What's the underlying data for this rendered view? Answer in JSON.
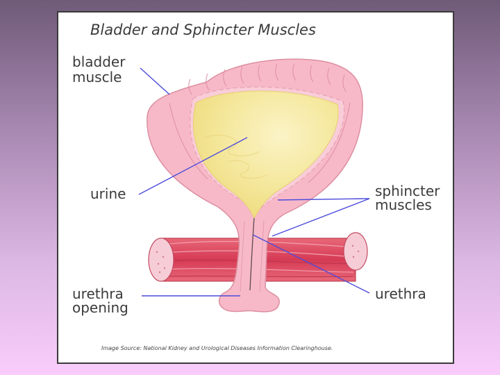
{
  "title": "Bladder and Sphincter Muscles",
  "labels": {
    "bladder_muscle_1": "bladder",
    "bladder_muscle_2": "muscle",
    "urine": "urine",
    "sphincter_1": "sphincter",
    "sphincter_2": "muscles",
    "urethra_opening_1": "urethra",
    "urethra_opening_2": "opening",
    "urethra": "urethra"
  },
  "source": "Image Source: National Kidney and Urological Diseases Information Clearinghouse.",
  "colors": {
    "bladder_wall": "#f7b9c8",
    "urine": "#f4e79a",
    "muscle_band": "#e4475f",
    "leader_line": "#4b4bdc",
    "background_top": "#6f5a78",
    "background_bottom": "#f9ccfb"
  }
}
